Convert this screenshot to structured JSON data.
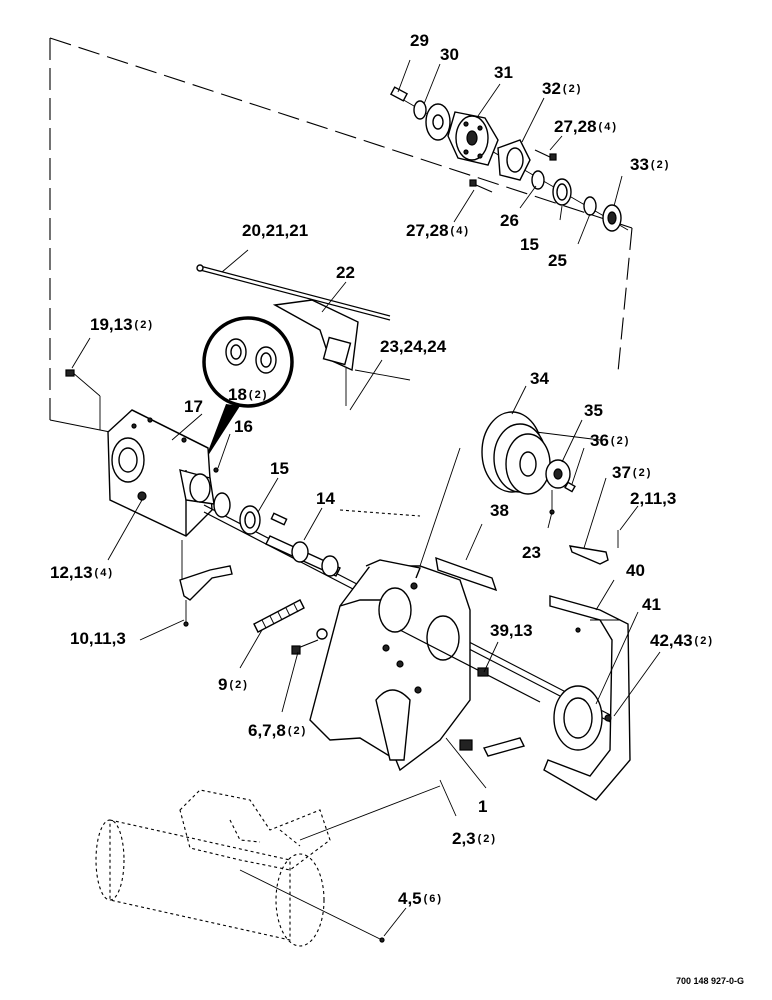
{
  "diagram": {
    "document_number": "700 148 927-0-G",
    "callouts": [
      {
        "id": "c-29",
        "label": "29",
        "qty": ""
      },
      {
        "id": "c-30",
        "label": "30",
        "qty": ""
      },
      {
        "id": "c-31",
        "label": "31",
        "qty": ""
      },
      {
        "id": "c-32",
        "label": "32",
        "qty": "(2)"
      },
      {
        "id": "c-27-28-top",
        "label": "27,28",
        "qty": "(4)"
      },
      {
        "id": "c-33",
        "label": "33",
        "qty": "(2)"
      },
      {
        "id": "c-26",
        "label": "26",
        "qty": ""
      },
      {
        "id": "c-27-28-bot",
        "label": "27,28",
        "qty": "(4)"
      },
      {
        "id": "c-15-top",
        "label": "15",
        "qty": ""
      },
      {
        "id": "c-25",
        "label": "25",
        "qty": ""
      },
      {
        "id": "c-20-21-21",
        "label": "20,21,21",
        "qty": ""
      },
      {
        "id": "c-22",
        "label": "22",
        "qty": ""
      },
      {
        "id": "c-19-13",
        "label": "19,13",
        "qty": "(2)"
      },
      {
        "id": "c-23-24-24",
        "label": "23,24,24",
        "qty": ""
      },
      {
        "id": "c-18",
        "label": "18",
        "qty": "(2)"
      },
      {
        "id": "c-17",
        "label": "17",
        "qty": ""
      },
      {
        "id": "c-16",
        "label": "16",
        "qty": ""
      },
      {
        "id": "c-34",
        "label": "34",
        "qty": ""
      },
      {
        "id": "c-35",
        "label": "35",
        "qty": ""
      },
      {
        "id": "c-36",
        "label": "36",
        "qty": "(2)"
      },
      {
        "id": "c-15-mid",
        "label": "15",
        "qty": ""
      },
      {
        "id": "c-14",
        "label": "14",
        "qty": ""
      },
      {
        "id": "c-37",
        "label": "37",
        "qty": "(2)"
      },
      {
        "id": "c-2-11-3",
        "label": "2,11,3",
        "qty": ""
      },
      {
        "id": "c-38",
        "label": "38",
        "qty": ""
      },
      {
        "id": "c-23",
        "label": "23",
        "qty": ""
      },
      {
        "id": "c-12-13",
        "label": "12,13",
        "qty": "(4)"
      },
      {
        "id": "c-40",
        "label": "40",
        "qty": ""
      },
      {
        "id": "c-41",
        "label": "41",
        "qty": ""
      },
      {
        "id": "c-42-43",
        "label": "42,43",
        "qty": "(2)"
      },
      {
        "id": "c-10-11-3",
        "label": "10,11,3",
        "qty": ""
      },
      {
        "id": "c-39-13",
        "label": "39,13",
        "qty": ""
      },
      {
        "id": "c-9",
        "label": "9",
        "qty": "(2)"
      },
      {
        "id": "c-6-7-8",
        "label": "6,7,8",
        "qty": "(2)"
      },
      {
        "id": "c-1",
        "label": "1",
        "qty": ""
      },
      {
        "id": "c-2-3",
        "label": "2,3",
        "qty": "(2)"
      },
      {
        "id": "c-4-5",
        "label": "4,5",
        "qty": "(6)"
      }
    ]
  }
}
